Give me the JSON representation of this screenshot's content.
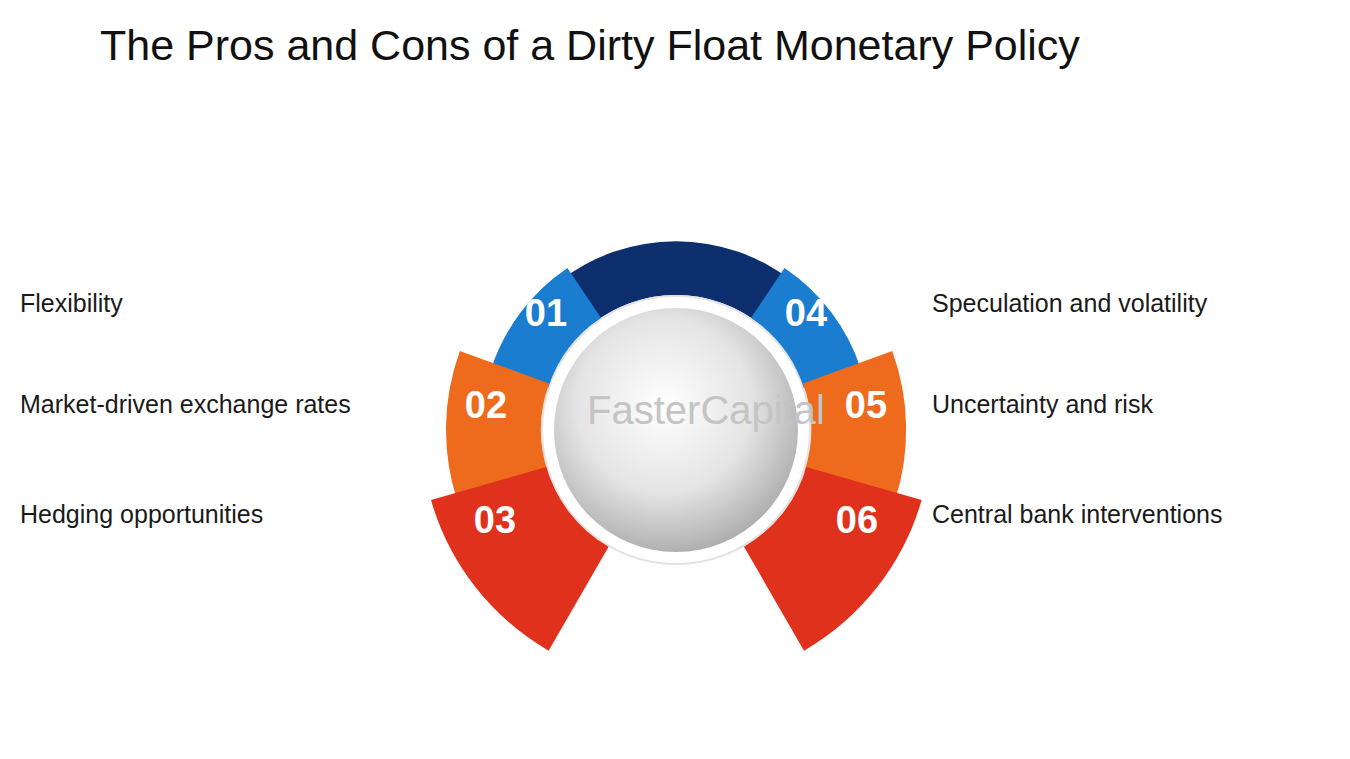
{
  "diagram": {
    "title": "The Pros and Cons of a Dirty Float Monetary Policy",
    "nodes": [
      {
        "text": [
          "01"
        ]
      },
      {
        "text": [
          "02"
        ]
      },
      {
        "text": [
          "03"
        ]
      },
      {
        "text": [
          "04"
        ]
      },
      {
        "text": [
          "05"
        ]
      },
      {
        "text": [
          "06"
        ]
      }
    ],
    "labels": [
      "Flexibility",
      "Market-driven exchange rates",
      "Hedging opportunities",
      "Speculation and volatility",
      "Uncertainty and risk",
      "Central bank interventions",
      "FasterCapital"
    ]
  }
}
